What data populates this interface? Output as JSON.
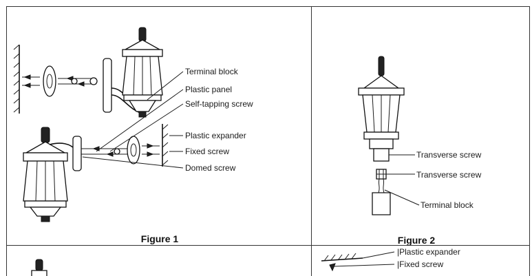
{
  "figure1": {
    "caption": "Figure 1",
    "labels": {
      "terminal_block": "Terminal block",
      "plastic_panel": "Plastic panel",
      "self_tapping_screw": "Self-tapping screw",
      "plastic_expander": "Plastic expander",
      "fixed_screw": "Fixed screw",
      "domed_screw": "Domed screw"
    }
  },
  "figure2": {
    "caption": "Figure 2",
    "labels": {
      "transverse_screw_upper": "Transverse screw",
      "transverse_screw_lower": "Transverse screw",
      "terminal_block": "Terminal block"
    }
  },
  "figure4": {
    "labels": {
      "plastic_expander": "|Plastic expander",
      "fixed_screw": "|Fixed screw"
    }
  }
}
